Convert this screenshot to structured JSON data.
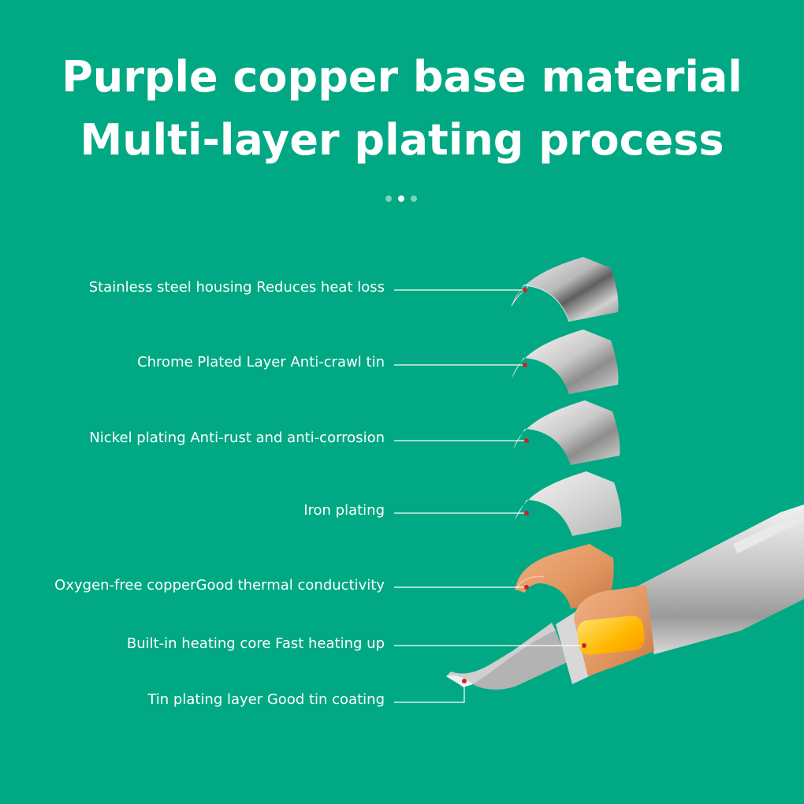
{
  "header": {
    "title_line1": "Purple copper base material",
    "title_line2": "Multi-layer plating process"
  },
  "pagination": {
    "count": 3,
    "active_index": 1
  },
  "layers": [
    {
      "id": "stainless",
      "label": "Stainless steel housing Reduces heat loss"
    },
    {
      "id": "chrome",
      "label": "Chrome Plated Layer Anti-crawl tin"
    },
    {
      "id": "nickel",
      "label": "Nickel plating Anti-rust and anti-corrosion"
    },
    {
      "id": "iron",
      "label": "Iron plating"
    },
    {
      "id": "copper",
      "label": "Oxygen-free copperGood thermal conductivity"
    },
    {
      "id": "core",
      "label": "Built-in heating core Fast heating up"
    },
    {
      "id": "tin",
      "label": "Tin plating layer Good tin coating"
    }
  ],
  "colors": {
    "background": "#00a983",
    "text": "#ffffff",
    "marker": "#d0202a",
    "copper": "#e0955f",
    "heating_core": "#ffb800"
  }
}
